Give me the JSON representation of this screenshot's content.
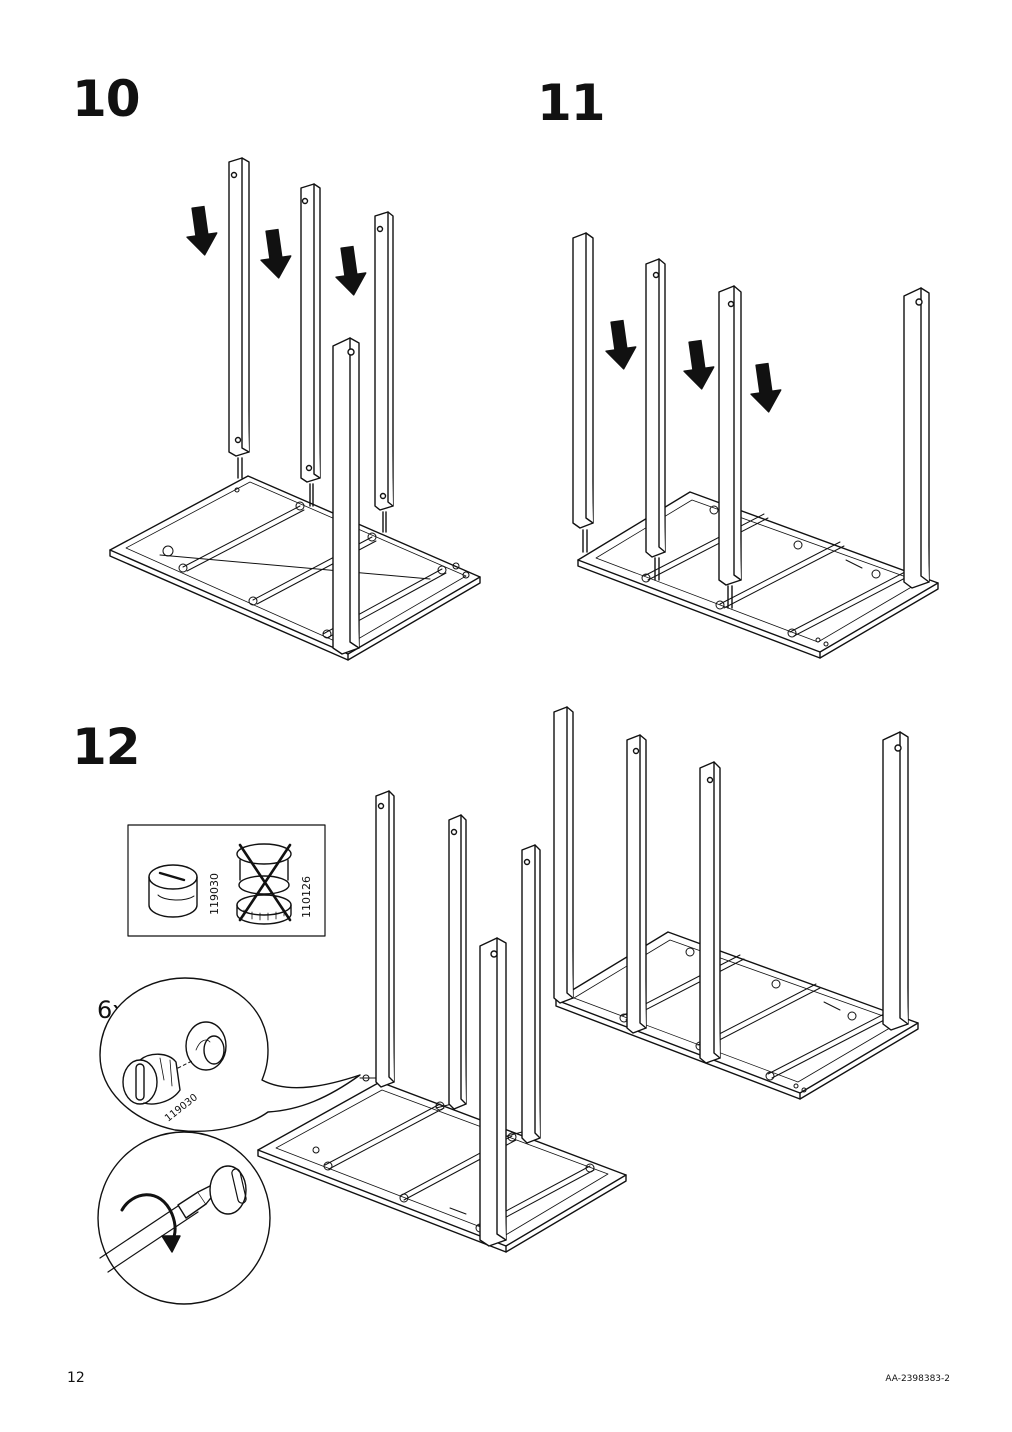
{
  "steps": [
    {
      "number": "10"
    },
    {
      "number": "11"
    },
    {
      "number": "12"
    }
  ],
  "parts": {
    "cam_lock_ok": "119030",
    "cam_lock_wrong": "110126",
    "quantity": "6x",
    "detail_part": "119030"
  },
  "footer": {
    "page_number": "12",
    "doc_id": "AA-2398383-2"
  }
}
